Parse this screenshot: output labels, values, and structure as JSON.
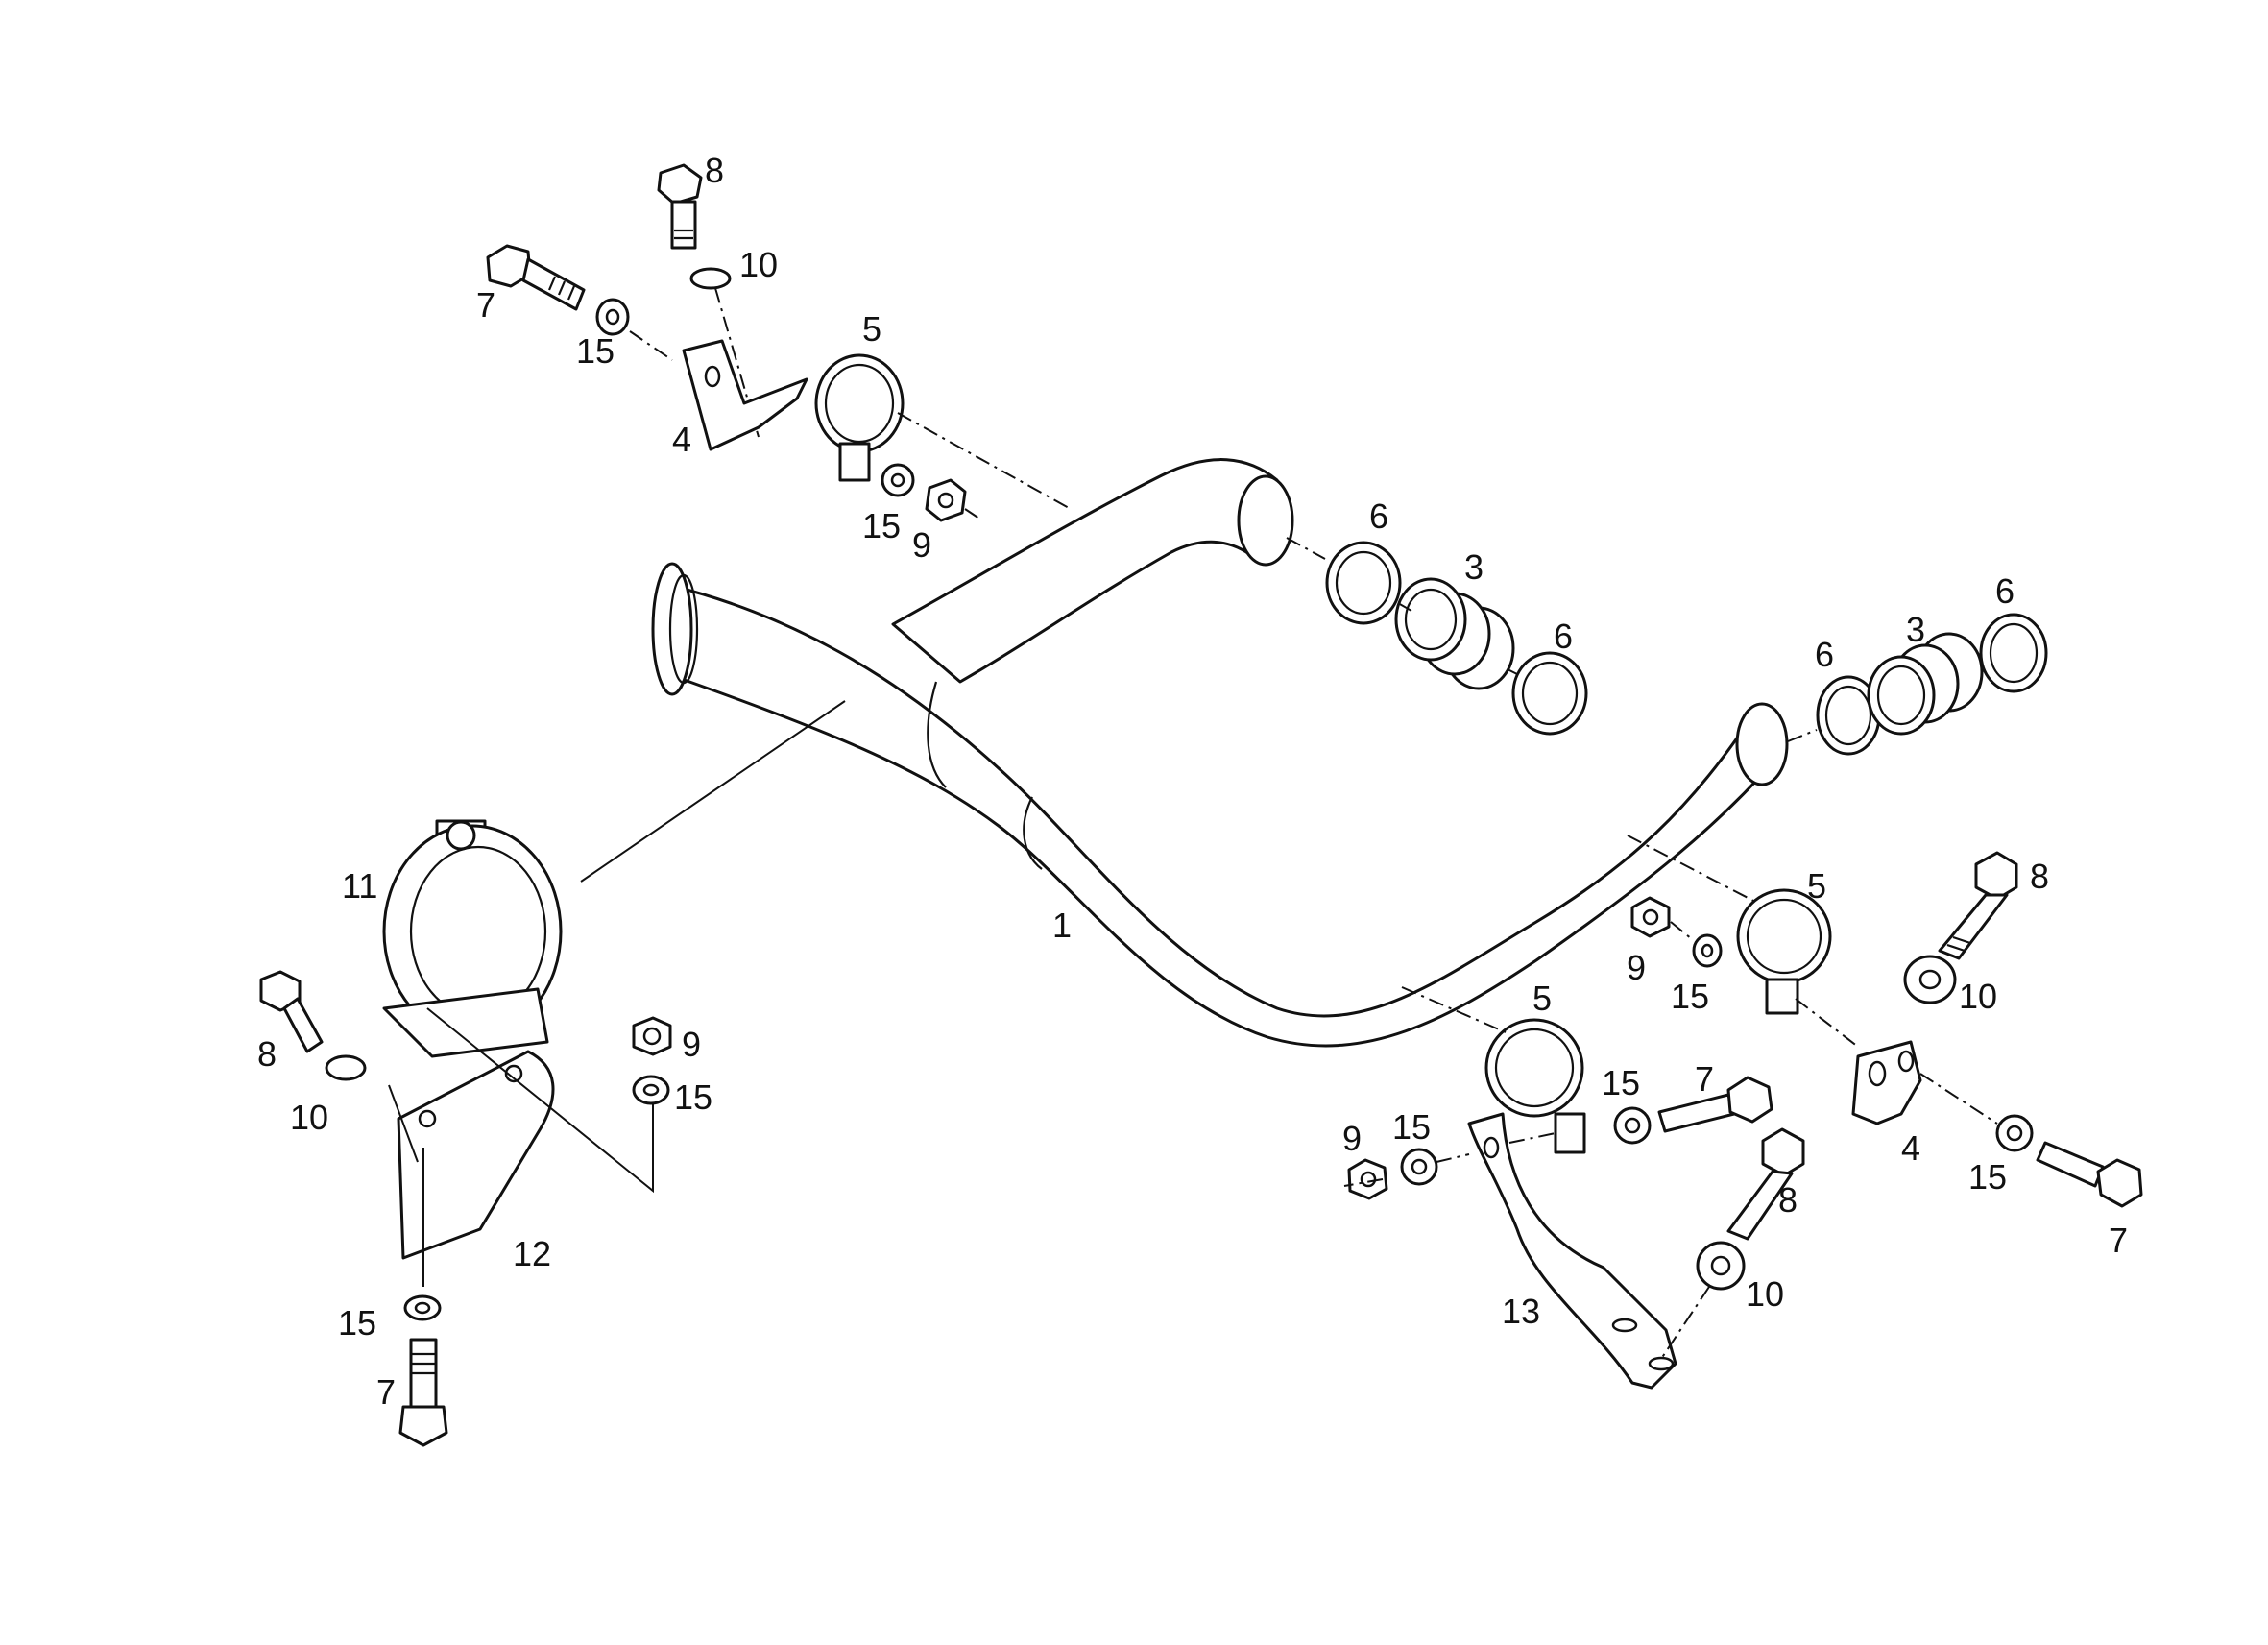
{
  "diagram": {
    "callouts": [
      {
        "id": "c-1",
        "label": "1"
      },
      {
        "id": "c-3a",
        "label": "3"
      },
      {
        "id": "c-3b",
        "label": "3"
      },
      {
        "id": "c-4a",
        "label": "4"
      },
      {
        "id": "c-4b",
        "label": "4"
      },
      {
        "id": "c-5a",
        "label": "5"
      },
      {
        "id": "c-5b",
        "label": "5"
      },
      {
        "id": "c-5c",
        "label": "5"
      },
      {
        "id": "c-6a",
        "label": "6"
      },
      {
        "id": "c-6b",
        "label": "6"
      },
      {
        "id": "c-6c",
        "label": "6"
      },
      {
        "id": "c-6d",
        "label": "6"
      },
      {
        "id": "c-7a",
        "label": "7"
      },
      {
        "id": "c-7b",
        "label": "7"
      },
      {
        "id": "c-7c",
        "label": "7"
      },
      {
        "id": "c-7d",
        "label": "7"
      },
      {
        "id": "c-8a",
        "label": "8"
      },
      {
        "id": "c-8b",
        "label": "8"
      },
      {
        "id": "c-8c",
        "label": "8"
      },
      {
        "id": "c-8d",
        "label": "8"
      },
      {
        "id": "c-9a",
        "label": "9"
      },
      {
        "id": "c-9b",
        "label": "9"
      },
      {
        "id": "c-9c",
        "label": "9"
      },
      {
        "id": "c-9d",
        "label": "9"
      },
      {
        "id": "c-10a",
        "label": "10"
      },
      {
        "id": "c-10b",
        "label": "10"
      },
      {
        "id": "c-10c",
        "label": "10"
      },
      {
        "id": "c-10d",
        "label": "10"
      },
      {
        "id": "c-11",
        "label": "11"
      },
      {
        "id": "c-12",
        "label": "12"
      },
      {
        "id": "c-13",
        "label": "13"
      },
      {
        "id": "c-15a",
        "label": "15"
      },
      {
        "id": "c-15b",
        "label": "15"
      },
      {
        "id": "c-15c",
        "label": "15"
      },
      {
        "id": "c-15d",
        "label": "15"
      },
      {
        "id": "c-15e",
        "label": "15"
      },
      {
        "id": "c-15f",
        "label": "15"
      },
      {
        "id": "c-15g",
        "label": "15"
      },
      {
        "id": "c-15h",
        "label": "15"
      }
    ]
  }
}
